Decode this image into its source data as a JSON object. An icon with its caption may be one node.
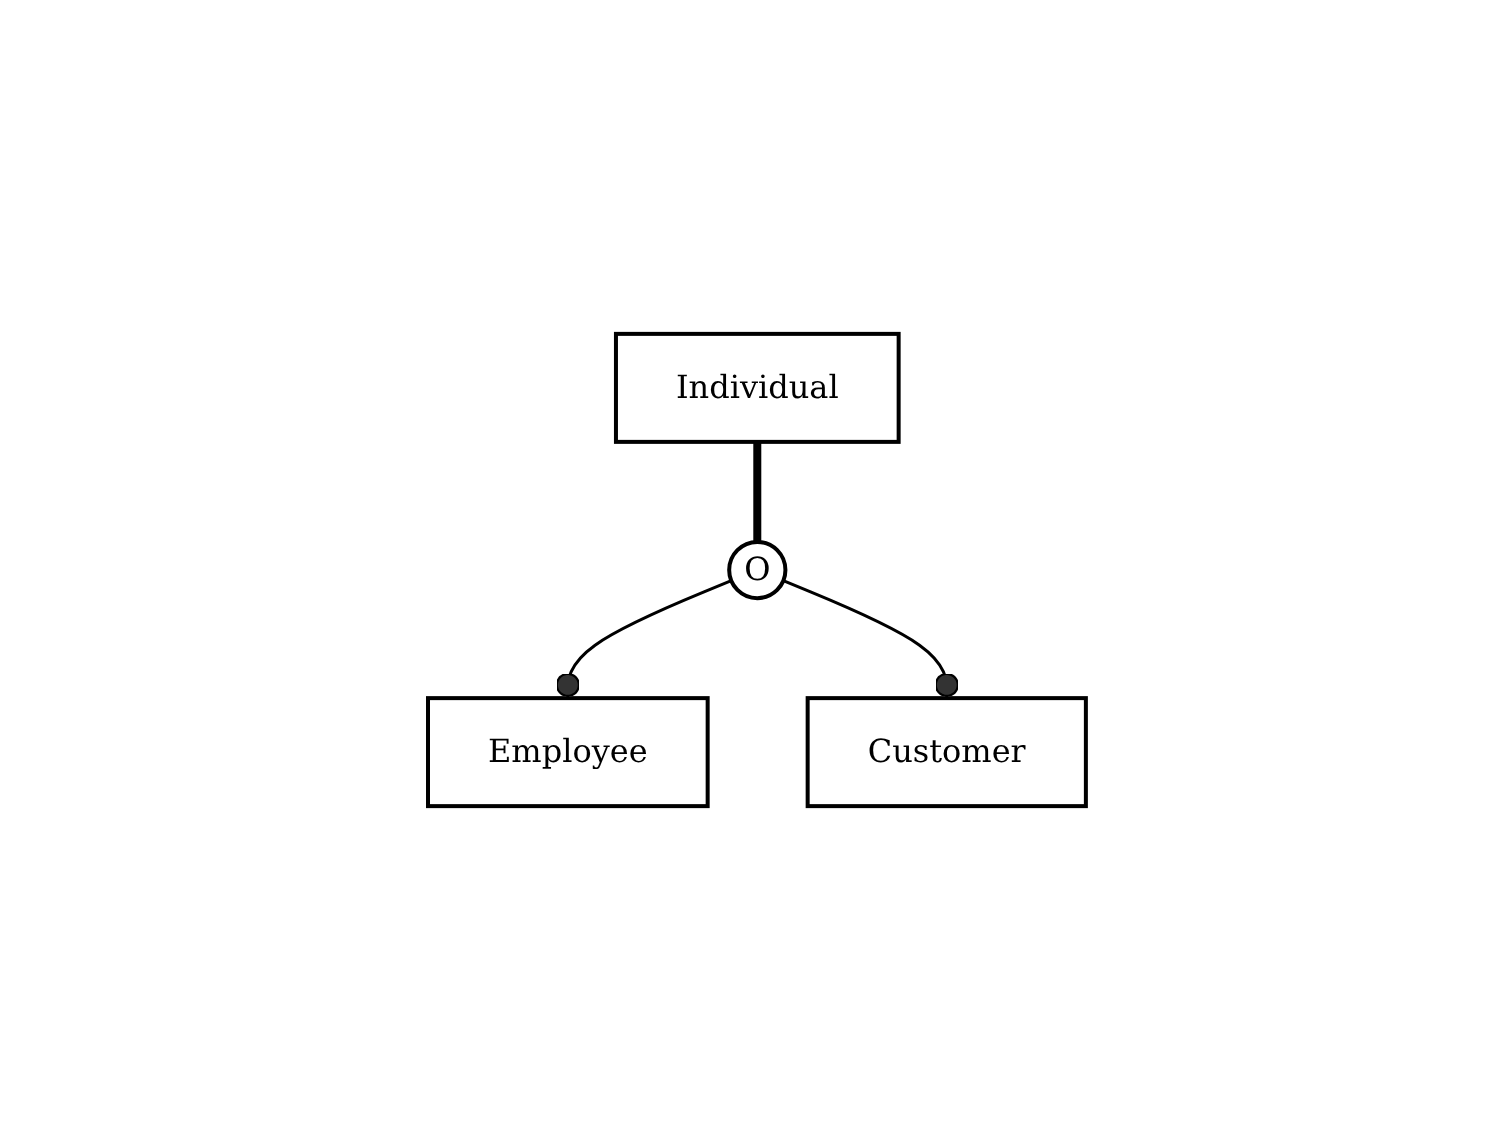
{
  "diagram": {
    "nodes": [
      {
        "text": [
          "Individual"
        ]
      },
      {
        "text": [
          "O"
        ]
      },
      {
        "text": [
          "Employee"
        ]
      },
      {
        "text": [
          "Customer"
        ]
      }
    ],
    "edges": [
      {
        "from": 0,
        "to": 1,
        "arrow": "none",
        "style": "thick"
      },
      {
        "from": 1,
        "to": 2,
        "arrow": "other"
      },
      {
        "from": 1,
        "to": 3,
        "arrow": "other"
      }
    ]
  }
}
